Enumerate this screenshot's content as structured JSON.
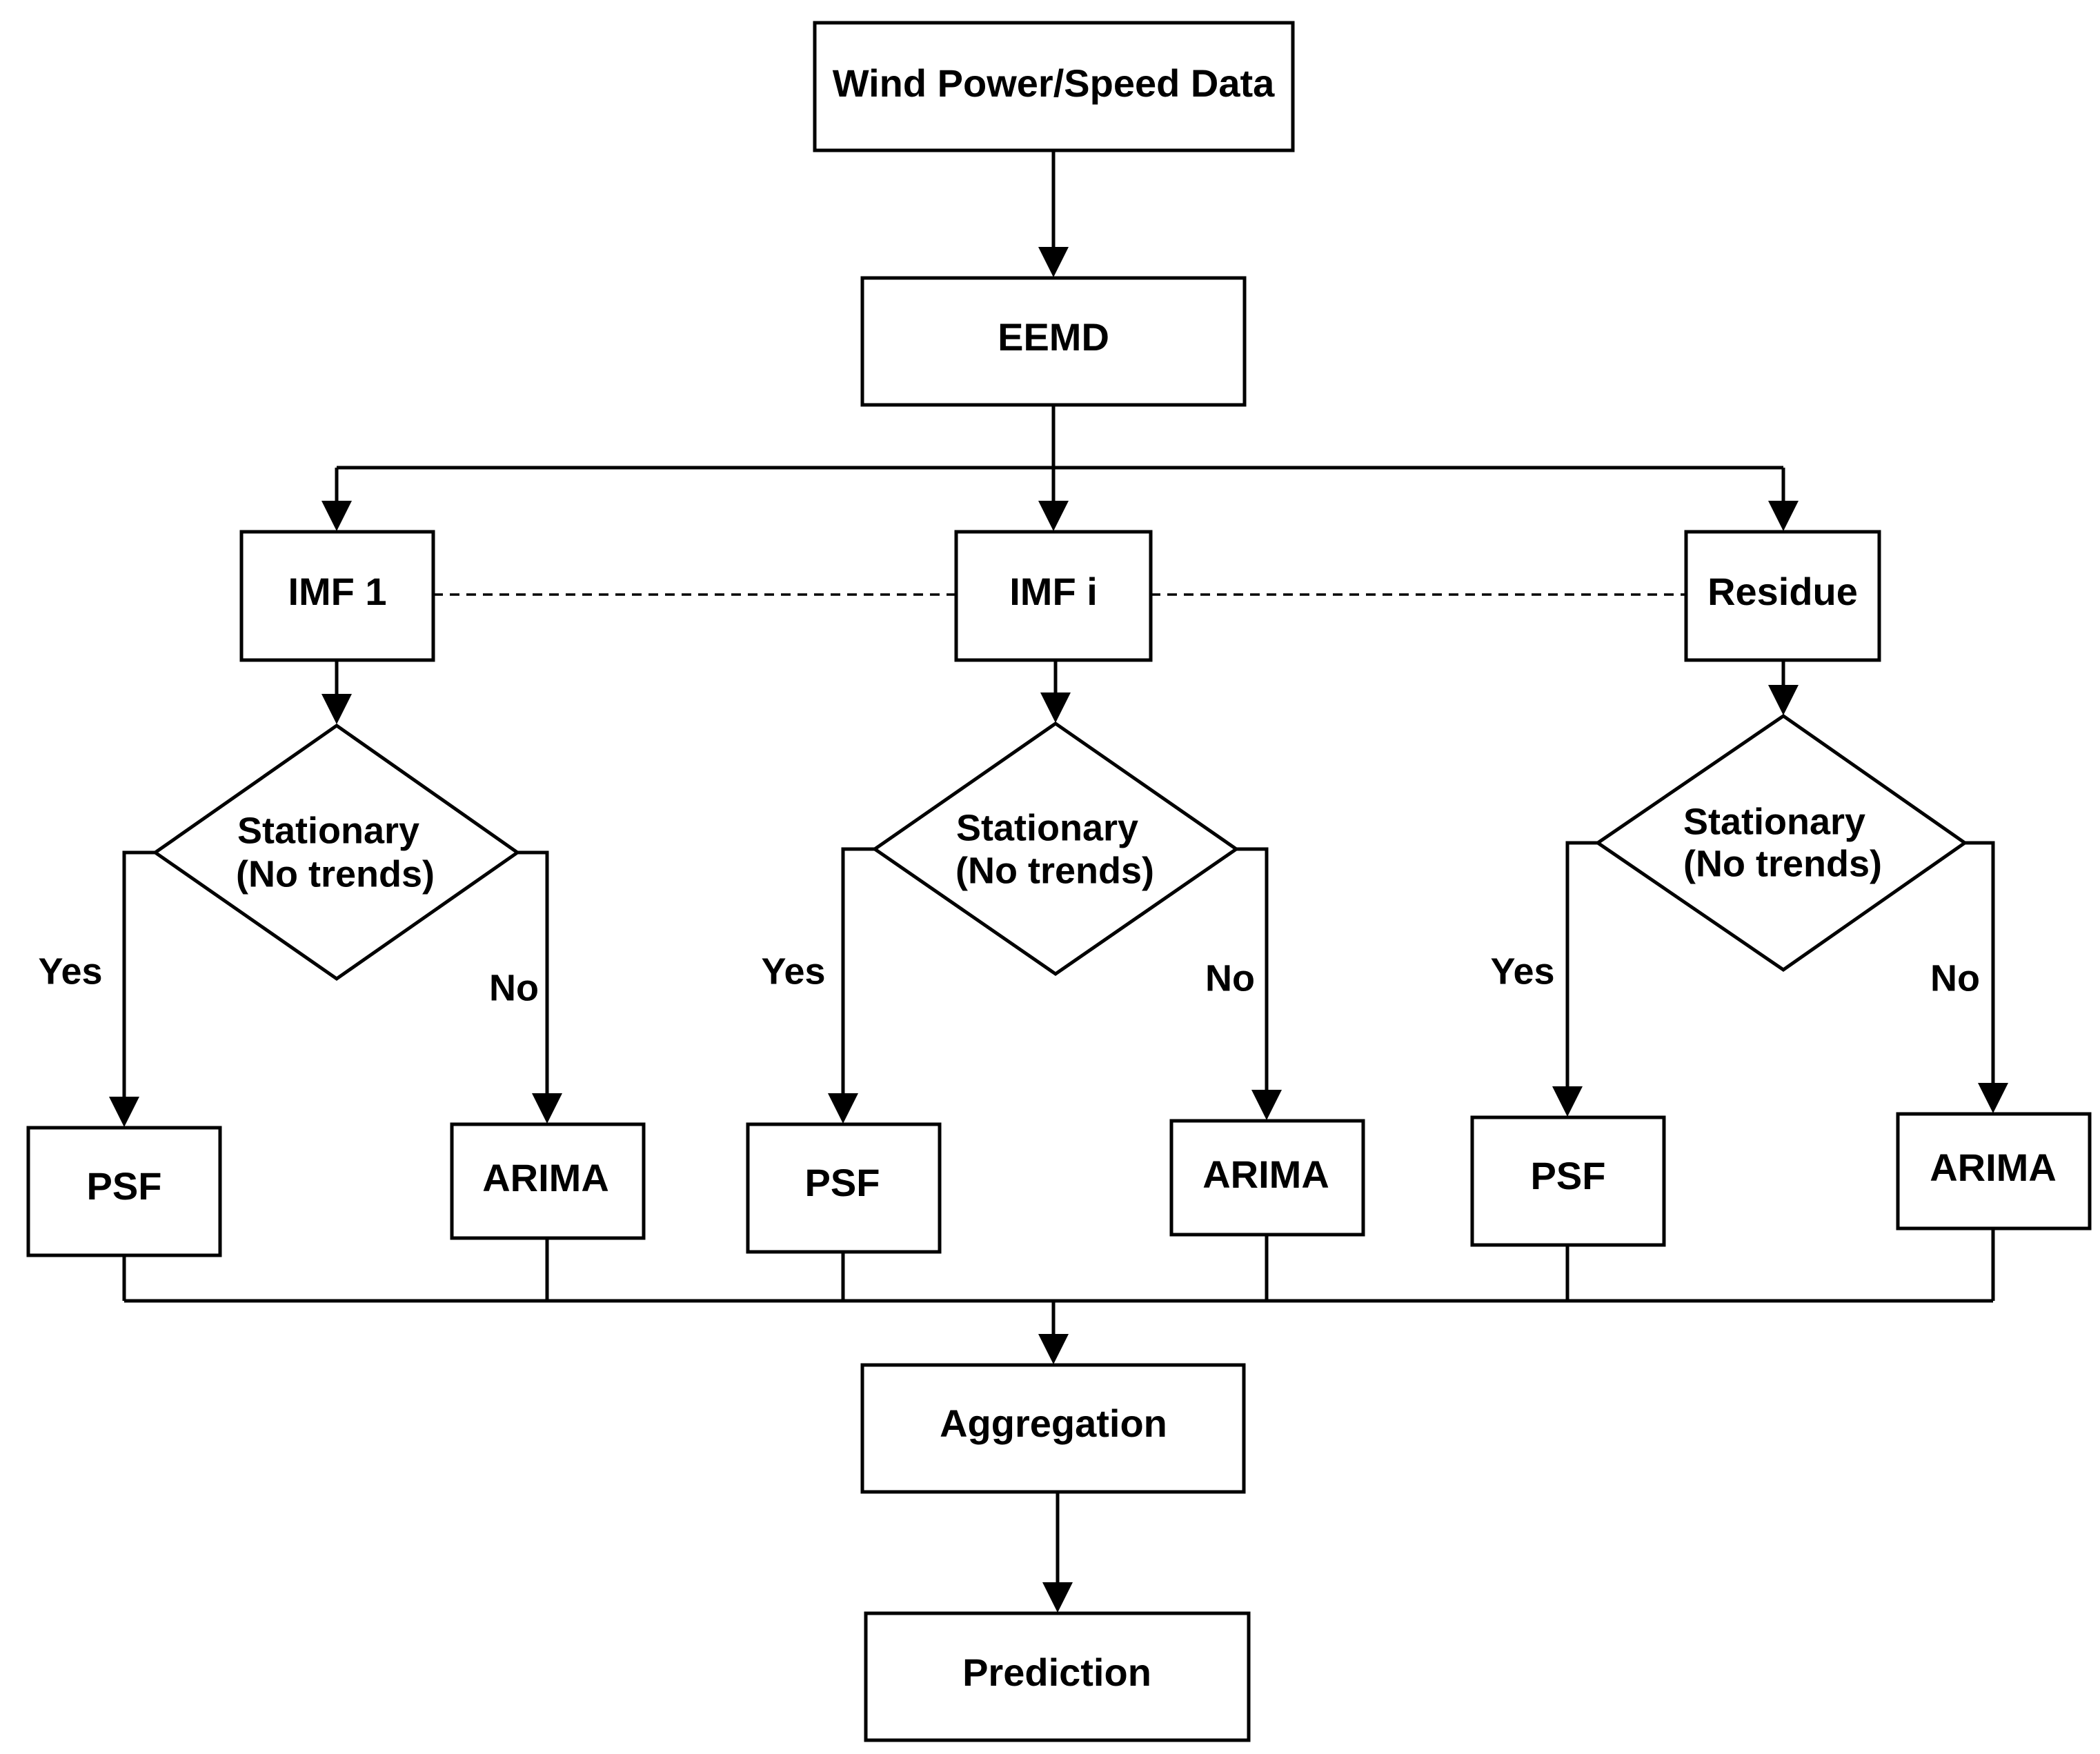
{
  "diagram": {
    "source": "Wind Power/Speed Data",
    "decomposition": "EEMD",
    "components": [
      "IMF 1",
      "IMF i",
      "Residue"
    ],
    "decision": {
      "line1": "Stationary",
      "line2": "(No trends)",
      "yes_label": "Yes",
      "no_label": "No"
    },
    "yes_method": "PSF",
    "no_method": "ARIMA",
    "aggregation": "Aggregation",
    "output": "Prediction"
  }
}
